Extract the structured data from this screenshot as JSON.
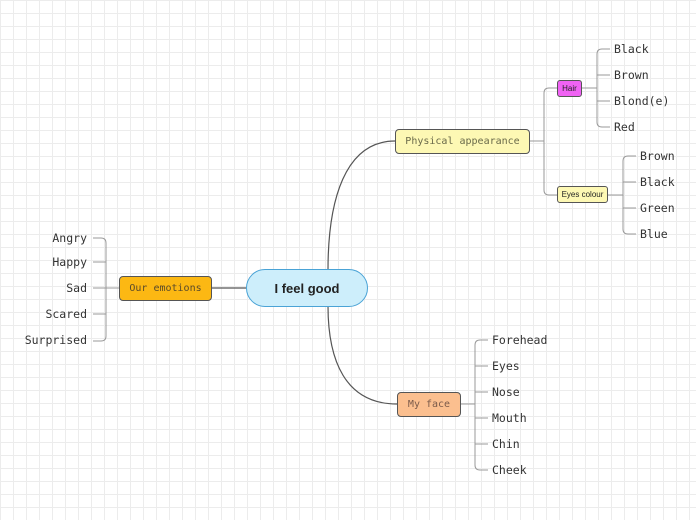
{
  "colors": {
    "root": "#cdeefb",
    "emotions": "#fcb813",
    "physical": "#fdf8b4",
    "face": "#fbbf8f",
    "hair": "#f062f4",
    "eyes_colour": "#fdf8b4",
    "connector": "#555555"
  },
  "root": {
    "label": "I feel good"
  },
  "emotions": {
    "label": "Our emotions",
    "items": [
      "Angry",
      "Happy",
      "Sad",
      "Scared",
      "Surprised"
    ]
  },
  "physical": {
    "label": "Physical appearance",
    "hair": {
      "label": "Hair",
      "items": [
        "Black",
        "Brown",
        "Blond(e)",
        "Red"
      ]
    },
    "eyes": {
      "label": "Eyes colour",
      "items": [
        "Brown",
        "Black",
        "Green",
        "Blue"
      ]
    }
  },
  "face": {
    "label": "My face",
    "items": [
      "Forehead",
      "Eyes",
      "Nose",
      "Mouth",
      "Chin",
      "Cheek"
    ]
  }
}
